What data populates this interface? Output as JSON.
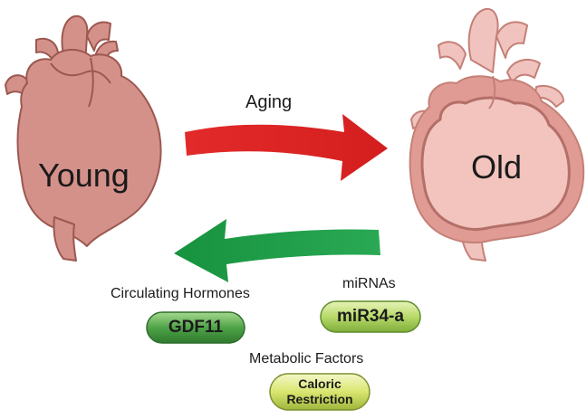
{
  "hearts": {
    "young_label": "Young",
    "old_label": "Old"
  },
  "arrows": {
    "aging_label": "Aging"
  },
  "factors": {
    "hormones_label": "Circulating Hormones",
    "hormones_pill": "GDF11",
    "mirna_label": "miRNAs",
    "mirna_pill": "miR34-a",
    "metabolic_label": "Metabolic Factors",
    "metabolic_pill_line1": "Caloric",
    "metabolic_pill_line2": "Restriction"
  },
  "colors": {
    "heart_fill": "#d4918a",
    "heart_stroke": "#9c5850",
    "old_heart_fill": "#f0b8b2",
    "old_wall": "#e09b94",
    "aging_arrow": "#e02828",
    "reverse_arrow": "#1e9b48",
    "pill_dark_green": "#3f8f3a",
    "pill_light_green": "#c6e07a",
    "pill_yellow_green": "#dde87a"
  }
}
